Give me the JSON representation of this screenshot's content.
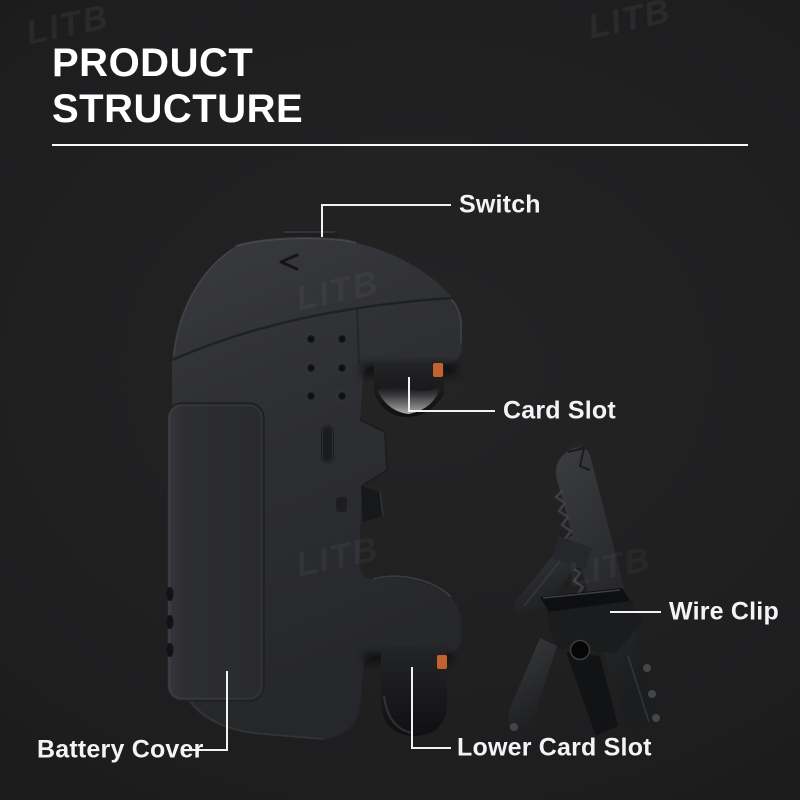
{
  "header": {
    "title_line1": "PRODUCT",
    "title_line2": "STRUCTURE"
  },
  "watermark": {
    "text": "LITB"
  },
  "colors": {
    "background": "#1e1e1f",
    "label_text": "#f4f4f6",
    "accent_orange": "#c2622f"
  },
  "diagram": {
    "labels": [
      {
        "id": "switch",
        "text": "Switch"
      },
      {
        "id": "card-slot",
        "text": "Card Slot"
      },
      {
        "id": "wire-clip",
        "text": "Wire Clip"
      },
      {
        "id": "battery-cover",
        "text": "Battery Cover"
      },
      {
        "id": "lower-card-slot",
        "text": "Lower Card Slot"
      }
    ]
  }
}
